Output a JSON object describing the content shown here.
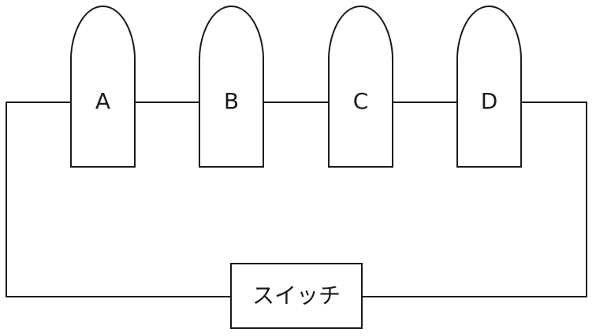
{
  "bulbs": [
    {
      "label": "A"
    },
    {
      "label": "B"
    },
    {
      "label": "C"
    },
    {
      "label": "D"
    }
  ],
  "switch": {
    "label": "スイッチ"
  }
}
